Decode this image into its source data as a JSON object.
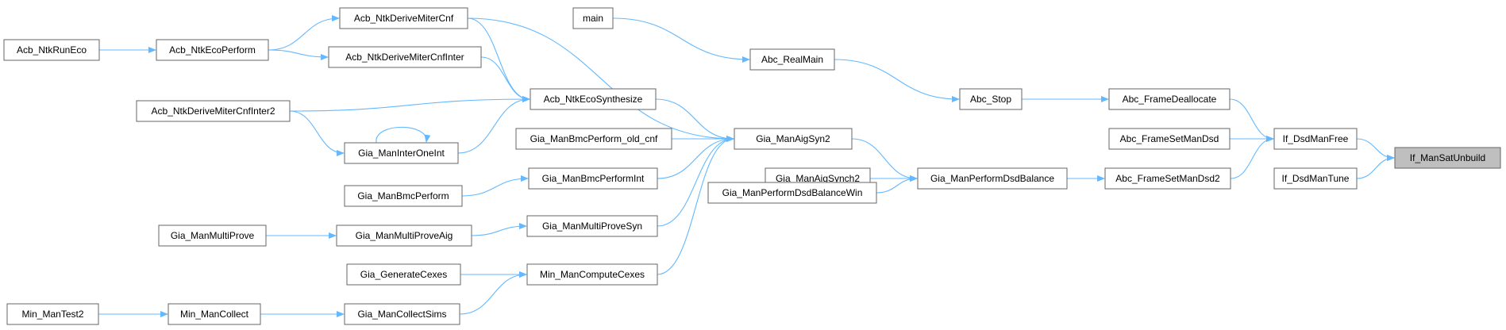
{
  "graph": {
    "edge_color": "#63b8ff",
    "root_node_fill": "#bfbfbf",
    "nodes": [
      {
        "id": "n_ifmansat",
        "label": "If_ManSatUnbuild",
        "root": true
      },
      {
        "id": "n_ifdsdfree",
        "label": "If_DsdManFree"
      },
      {
        "id": "n_ifdsdtune",
        "label": "If_DsdManTune"
      },
      {
        "id": "n_abcframedealloc",
        "label": "Abc_FrameDeallocate"
      },
      {
        "id": "n_abcframesetdsd",
        "label": "Abc_FrameSetManDsd"
      },
      {
        "id": "n_abcframesetdsd2",
        "label": "Abc_FrameSetManDsd2"
      },
      {
        "id": "n_abcstop",
        "label": "Abc_Stop"
      },
      {
        "id": "n_abcrealmain",
        "label": "Abc_RealMain"
      },
      {
        "id": "n_main",
        "label": "main"
      },
      {
        "id": "n_giaperfdsd",
        "label": "Gia_ManPerformDsdBalance"
      },
      {
        "id": "n_giaaigsyn2",
        "label": "Gia_ManAigSyn2"
      },
      {
        "id": "n_giaaigsynch2",
        "label": "Gia_ManAigSynch2"
      },
      {
        "id": "n_giaperfdsdwin",
        "label": "Gia_ManPerformDsdBalanceWin"
      },
      {
        "id": "n_acbderivecnf",
        "label": "Acb_NtkDeriveMiterCnf"
      },
      {
        "id": "n_acbecosynth",
        "label": "Acb_NtkEcoSynthesize"
      },
      {
        "id": "n_giabmcoldcnf",
        "label": "Gia_ManBmcPerform_old_cnf"
      },
      {
        "id": "n_giabmcint",
        "label": "Gia_ManBmcPerformInt"
      },
      {
        "id": "n_giamultisyn",
        "label": "Gia_ManMultiProveSyn"
      },
      {
        "id": "n_mincomputecexes",
        "label": "Min_ManComputeCexes"
      },
      {
        "id": "n_acbecoperform",
        "label": "Acb_NtkEcoPerform"
      },
      {
        "id": "n_acbrun",
        "label": "Acb_NtkRunEco"
      },
      {
        "id": "n_acbderivecnfinter",
        "label": "Acb_NtkDeriveMiterCnfInter"
      },
      {
        "id": "n_acbderivecnfinter2",
        "label": "Acb_NtkDeriveMiterCnfInter2"
      },
      {
        "id": "n_giainterone",
        "label": "Gia_ManInterOneInt"
      },
      {
        "id": "n_giabmcperform",
        "label": "Gia_ManBmcPerform"
      },
      {
        "id": "n_giamultiaig",
        "label": "Gia_ManMultiProveAig"
      },
      {
        "id": "n_giamultiprove",
        "label": "Gia_ManMultiProve"
      },
      {
        "id": "n_giagencexes",
        "label": "Gia_GenerateCexes"
      },
      {
        "id": "n_giacollectsims",
        "label": "Gia_ManCollectSims"
      },
      {
        "id": "n_mincollect",
        "label": "Min_ManCollect"
      },
      {
        "id": "n_mintest2",
        "label": "Min_ManTest2"
      }
    ],
    "edges": [
      {
        "from": "n_ifdsdfree",
        "to": "n_ifmansat"
      },
      {
        "from": "n_ifdsdtune",
        "to": "n_ifmansat"
      },
      {
        "from": "n_abcframedealloc",
        "to": "n_ifdsdfree"
      },
      {
        "from": "n_abcframesetdsd",
        "to": "n_ifdsdfree"
      },
      {
        "from": "n_abcframesetdsd2",
        "to": "n_ifdsdfree"
      },
      {
        "from": "n_abcstop",
        "to": "n_abcframedealloc"
      },
      {
        "from": "n_abcrealmain",
        "to": "n_abcstop"
      },
      {
        "from": "n_main",
        "to": "n_abcrealmain"
      },
      {
        "from": "n_giaperfdsd",
        "to": "n_abcframesetdsd2"
      },
      {
        "from": "n_giaaigsyn2",
        "to": "n_giaperfdsd"
      },
      {
        "from": "n_giaaigsynch2",
        "to": "n_giaperfdsd"
      },
      {
        "from": "n_giaperfdsdwin",
        "to": "n_giaperfdsd"
      },
      {
        "from": "n_acbderivecnf",
        "to": "n_giaaigsyn2"
      },
      {
        "from": "n_acbecosynth",
        "to": "n_giaaigsyn2"
      },
      {
        "from": "n_giabmcoldcnf",
        "to": "n_giaaigsyn2"
      },
      {
        "from": "n_giabmcint",
        "to": "n_giaaigsyn2"
      },
      {
        "from": "n_giamultisyn",
        "to": "n_giaaigsyn2"
      },
      {
        "from": "n_mincomputecexes",
        "to": "n_giaaigsyn2"
      },
      {
        "from": "n_acbecoperform",
        "to": "n_acbderivecnf"
      },
      {
        "from": "n_acbrun",
        "to": "n_acbecoperform"
      },
      {
        "from": "n_acbecoperform",
        "to": "n_acbderivecnfinter"
      },
      {
        "from": "n_acbderivecnf",
        "to": "n_acbecosynth"
      },
      {
        "from": "n_acbderivecnfinter",
        "to": "n_acbecosynth"
      },
      {
        "from": "n_acbderivecnfinter2",
        "to": "n_acbecosynth"
      },
      {
        "from": "n_giainterone",
        "to": "n_acbecosynth"
      },
      {
        "from": "n_acbderivecnfinter2",
        "to": "n_giainterone"
      },
      {
        "from": "n_giainterone",
        "to": "n_giainterone"
      },
      {
        "from": "n_giabmcperform",
        "to": "n_giabmcint"
      },
      {
        "from": "n_giamultiaig",
        "to": "n_giamultisyn"
      },
      {
        "from": "n_giamultiprove",
        "to": "n_giamultiaig"
      },
      {
        "from": "n_giagencexes",
        "to": "n_mincomputecexes"
      },
      {
        "from": "n_giacollectsims",
        "to": "n_mincomputecexes"
      },
      {
        "from": "n_mincollect",
        "to": "n_giacollectsims"
      },
      {
        "from": "n_mintest2",
        "to": "n_mincollect"
      }
    ]
  }
}
